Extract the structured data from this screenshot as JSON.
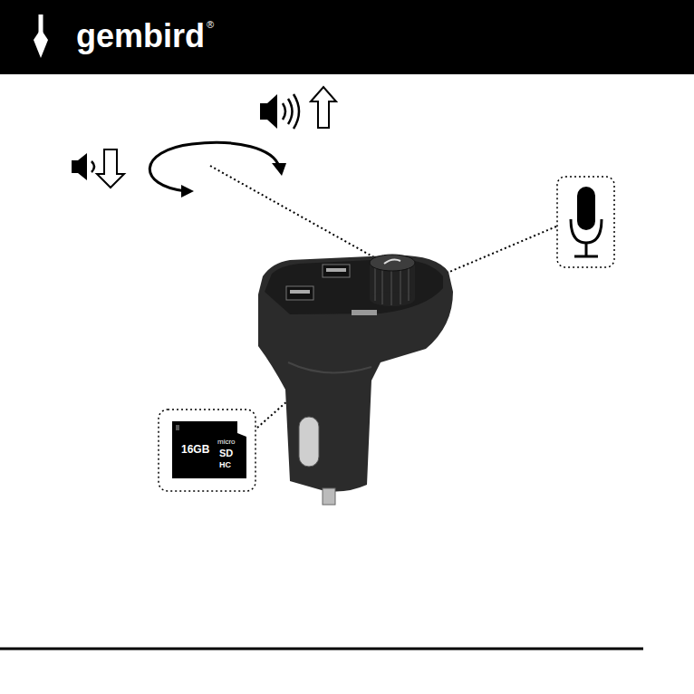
{
  "diagram": {
    "labels": [
      "gembird",
      "®",
      "16GB",
      "micro",
      "SD",
      "HC"
    ]
  }
}
